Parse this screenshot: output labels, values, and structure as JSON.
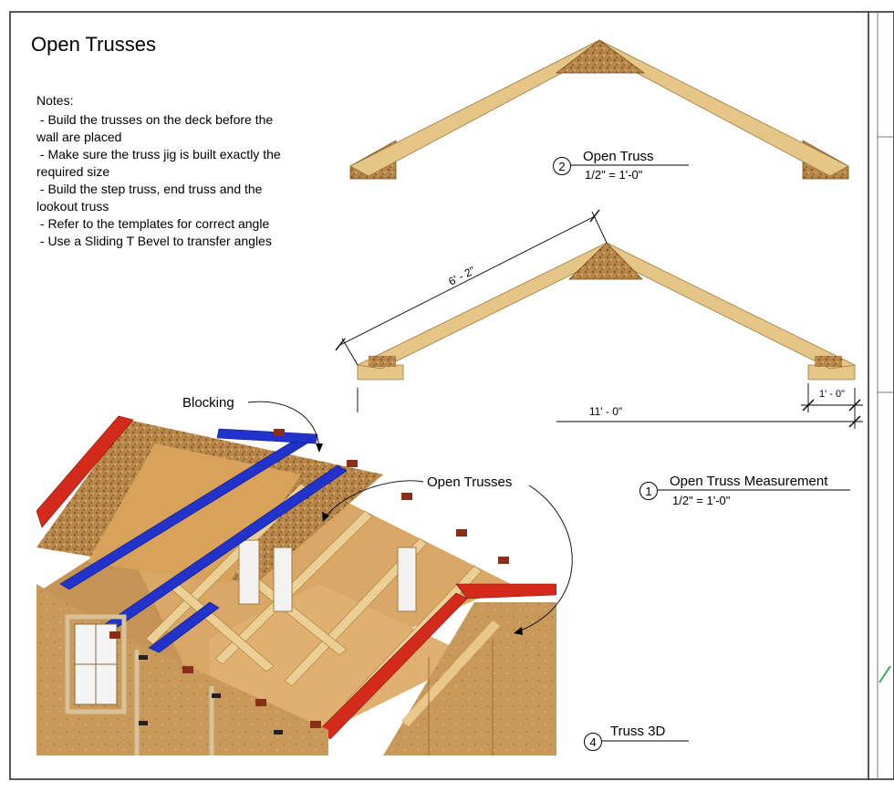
{
  "title": "Open Trusses",
  "notes": {
    "heading": "Notes:",
    "lines": [
      " - Build the trusses on the deck before the",
      "wall are placed",
      " - Make sure the truss jig is built exactly the",
      "required size",
      " - Build the step truss, end truss and the",
      "lookout truss",
      " - Refer to the templates for correct angle",
      " - Use a Sliding T Bevel to transfer angles"
    ]
  },
  "views": [
    {
      "number": "2",
      "title": "Open Truss",
      "scale": "1/2\" = 1'-0\""
    },
    {
      "number": "1",
      "title": "Open Truss Measurement",
      "scale": "1/2\" = 1'-0\""
    },
    {
      "number": "4",
      "title": "Truss 3D",
      "scale": ""
    }
  ],
  "dimensions": {
    "rafter_length": "6' - 2\"",
    "span": "11' - 0\"",
    "heel": "1' - 0\""
  },
  "callouts": {
    "blocking": "Blocking",
    "open_trusses": "Open Trusses"
  },
  "colors": {
    "lumber": "#e6c687",
    "osb": "#b88a48",
    "siding": "#c89a5c",
    "red_trim": "#d22a1e",
    "blue_blocking": "#1f2fc8"
  }
}
